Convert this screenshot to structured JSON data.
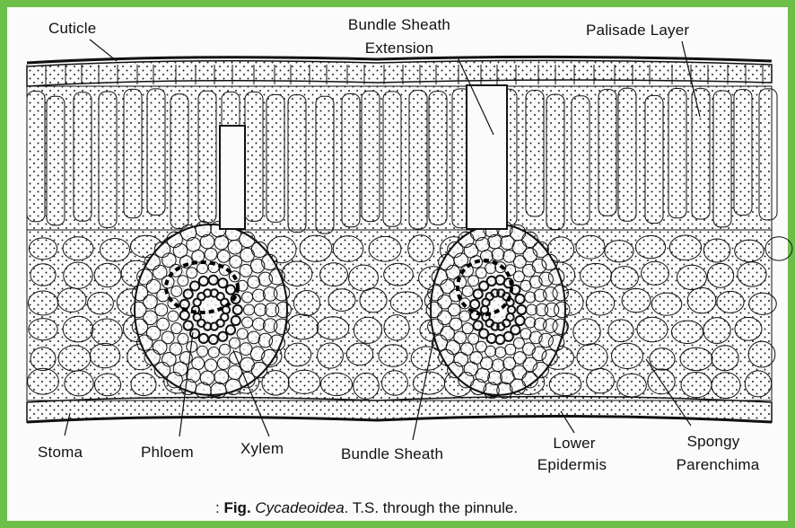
{
  "labels": {
    "cuticle": "Cuticle",
    "bundle_sheath_extension_line1": "Bundle Sheath",
    "bundle_sheath_extension_line2": "Extension",
    "palisade_layer": "Palisade Layer",
    "stoma": "Stoma",
    "phloem": "Phloem",
    "xylem": "Xylem",
    "bundle_sheath": "Bundle Sheath",
    "lower_epidermis_line1": "Lower",
    "lower_epidermis_line2": "Epidermis",
    "spongy_parenchyma_line1": "Spongy",
    "spongy_parenchyma_line2": "Parenchima"
  },
  "caption": {
    "prefix": ": ",
    "fig": "Fig.",
    "genus": "Cycadeoidea",
    "rest": ". T.S. through the pinnule."
  },
  "colors": {
    "border": "#6cc04a",
    "ink": "#111111",
    "paper": "#fbfbfb"
  }
}
